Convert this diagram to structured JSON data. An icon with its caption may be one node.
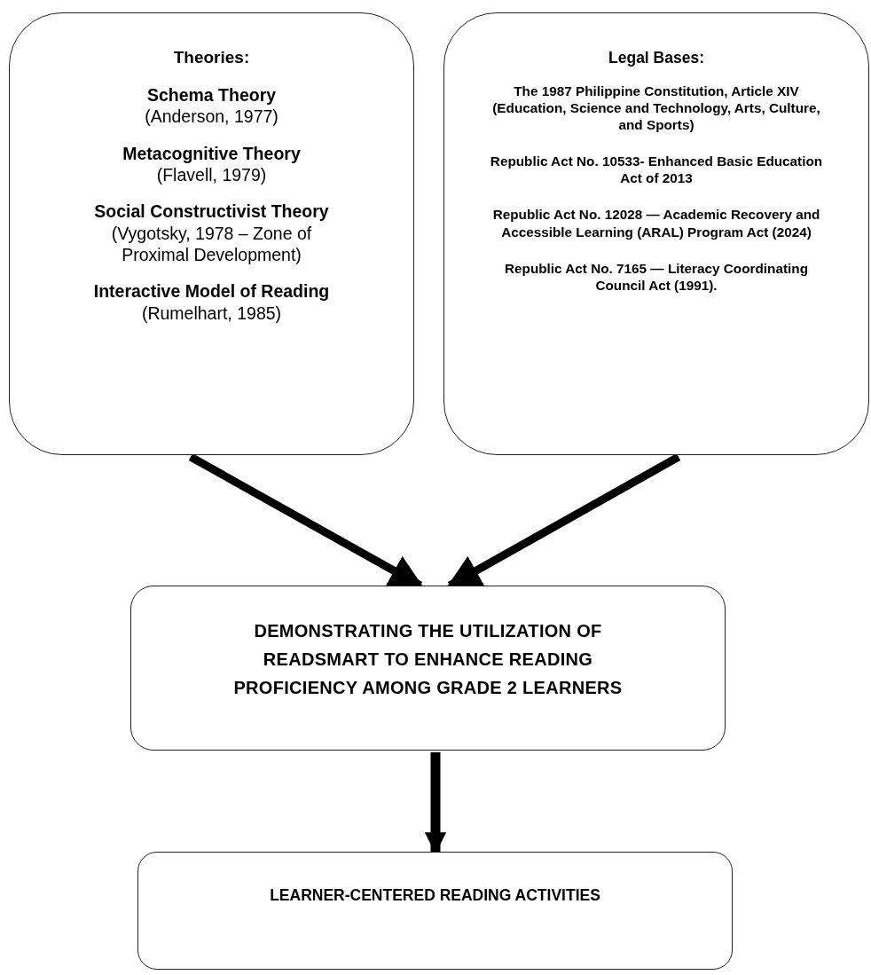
{
  "diagram": {
    "nodes": [
      {
        "text": [
          "Theories:",
          "Schema Theory",
          "(Anderson, 1977)",
          "Metacognitive Theory",
          "(Flavell, 1979)",
          "Social Constructivist Theory",
          "(Vygotsky, 1978 – Zone of Proximal Development)",
          "Interactive Model of Reading",
          "(Rumelhart, 1985)"
        ]
      },
      {
        "text": [
          "Legal Bases:",
          "The 1987 Philippine Constitution, Article XIV (Education, Science and Technology, Arts, Culture, and Sports)",
          "Republic Act No. 10533- Enhanced Basic Education Act of 2013",
          "Republic Act No. 12028 — Academic Recovery and Accessible Learning (ARAL) Program Act (2024)",
          "Republic Act No. 7165 — Literacy Coordinating Council Act (1991)."
        ]
      },
      {
        "text": [
          "DEMONSTRATING THE UTILIZATION OF READSMART  TO ENHANCE READING PROFICIENCY AMONG GRADE 2 LEARNERS"
        ]
      },
      {
        "text": [
          "LEARNER-CENTERED READING ACTIVITIES"
        ]
      }
    ],
    "edges": [
      {
        "from": 0,
        "to": 2,
        "arrow": "to"
      },
      {
        "from": 1,
        "to": 2,
        "arrow": "to"
      },
      {
        "from": 2,
        "to": 3,
        "arrow": "to"
      }
    ]
  }
}
